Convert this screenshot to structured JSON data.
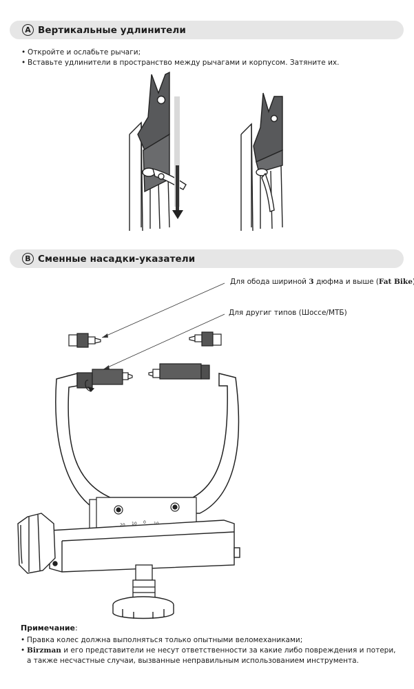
{
  "section_a": {
    "letter": "A",
    "title": "Вертикальные удлинители",
    "bullets": [
      "Откройте и ослабьте рычаги;",
      "Вставьте удлинители в пространство между рычагами и корпусом. Затяните их."
    ]
  },
  "section_b": {
    "letter": "B",
    "title": "Сменные насадки-указатели",
    "callout_fat_bike_prefix": "Для обода шириной ",
    "callout_fat_bike_number": "3",
    "callout_fat_bike_mid": " дюфма и выше (",
    "callout_fat_bike_bold": "Fat Bike",
    "callout_fat_bike_suffix": ")",
    "callout_other": "Для другиг типов (Шоссе/МТБ)",
    "scale_labels": [
      "20",
      "10",
      "0",
      "10",
      "20"
    ]
  },
  "note": {
    "title": "Примечание",
    "colon": ":",
    "item1": "Правка колес должна выполняться только опытными веломеханиками;",
    "item2_brand": "Birzman",
    "item2_rest": " и его представители не несут ответственности за какие либо повреждения и потери,",
    "item2_line2": "а также несчастные случаи, вызванные неправильным использованием инструмента."
  }
}
